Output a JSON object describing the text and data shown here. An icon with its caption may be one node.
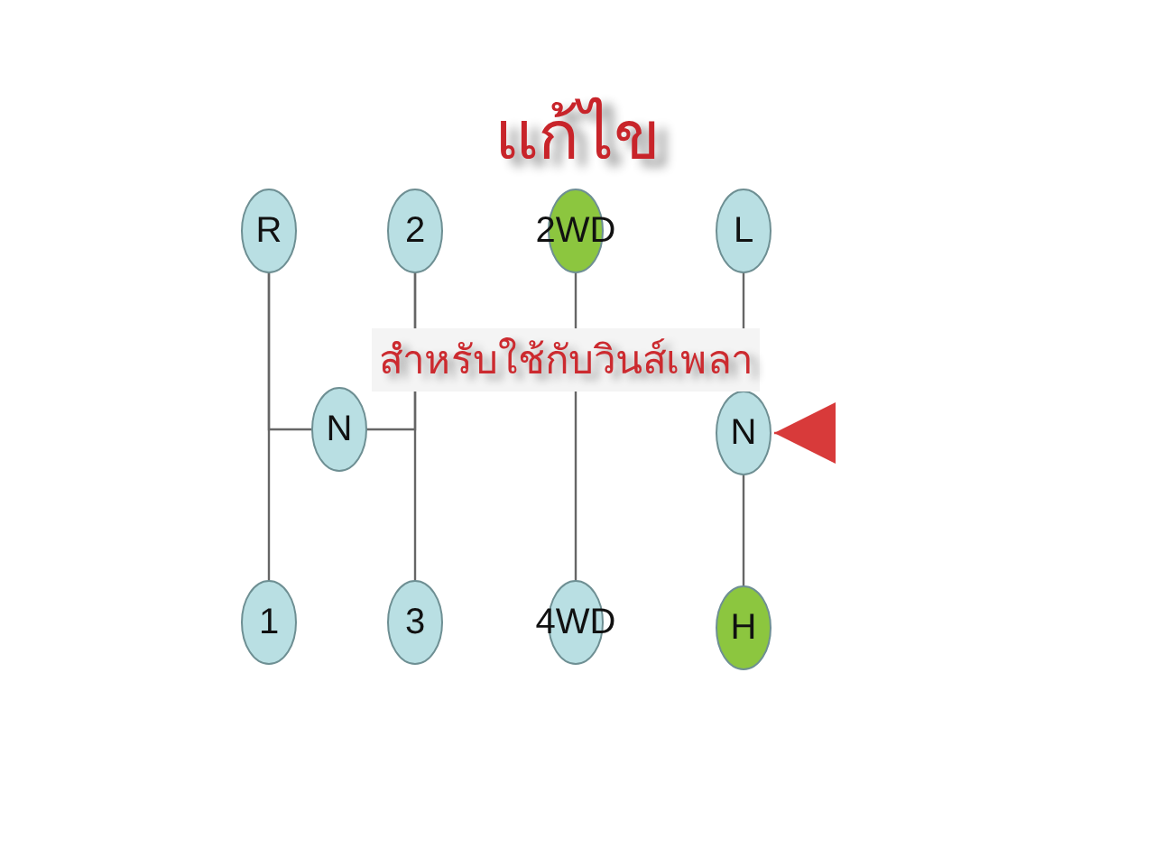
{
  "diagram": {
    "title": "แก้ไข",
    "nodes": [
      {
        "text": [
          "R"
        ]
      },
      {
        "text": [
          "2"
        ]
      },
      {
        "text": [
          "2WD"
        ]
      },
      {
        "text": [
          "L"
        ]
      },
      {
        "text": [
          "N"
        ]
      },
      {
        "text": [
          "N"
        ]
      },
      {
        "text": [
          "1"
        ]
      },
      {
        "text": [
          "3"
        ]
      },
      {
        "text": [
          "4WD"
        ]
      },
      {
        "text": [
          "H"
        ]
      }
    ],
    "edges": [
      {
        "from": 0,
        "to": 6,
        "arrow": "none"
      },
      {
        "from": 1,
        "to": 7,
        "arrow": "none"
      },
      {
        "from": 4,
        "to": 0,
        "arrow": "none"
      },
      {
        "from": 4,
        "to": 1,
        "arrow": "none"
      },
      {
        "from": 2,
        "to": 8,
        "arrow": "none"
      },
      {
        "from": 3,
        "to": 5,
        "arrow": "none"
      },
      {
        "from": 5,
        "to": 9,
        "arrow": "none"
      },
      {
        "from": null,
        "to": 5,
        "arrow": "to",
        "color": "#d83a3a"
      }
    ],
    "labels": [
      "สำหรับใช้กับวินส์เพลา"
    ]
  }
}
